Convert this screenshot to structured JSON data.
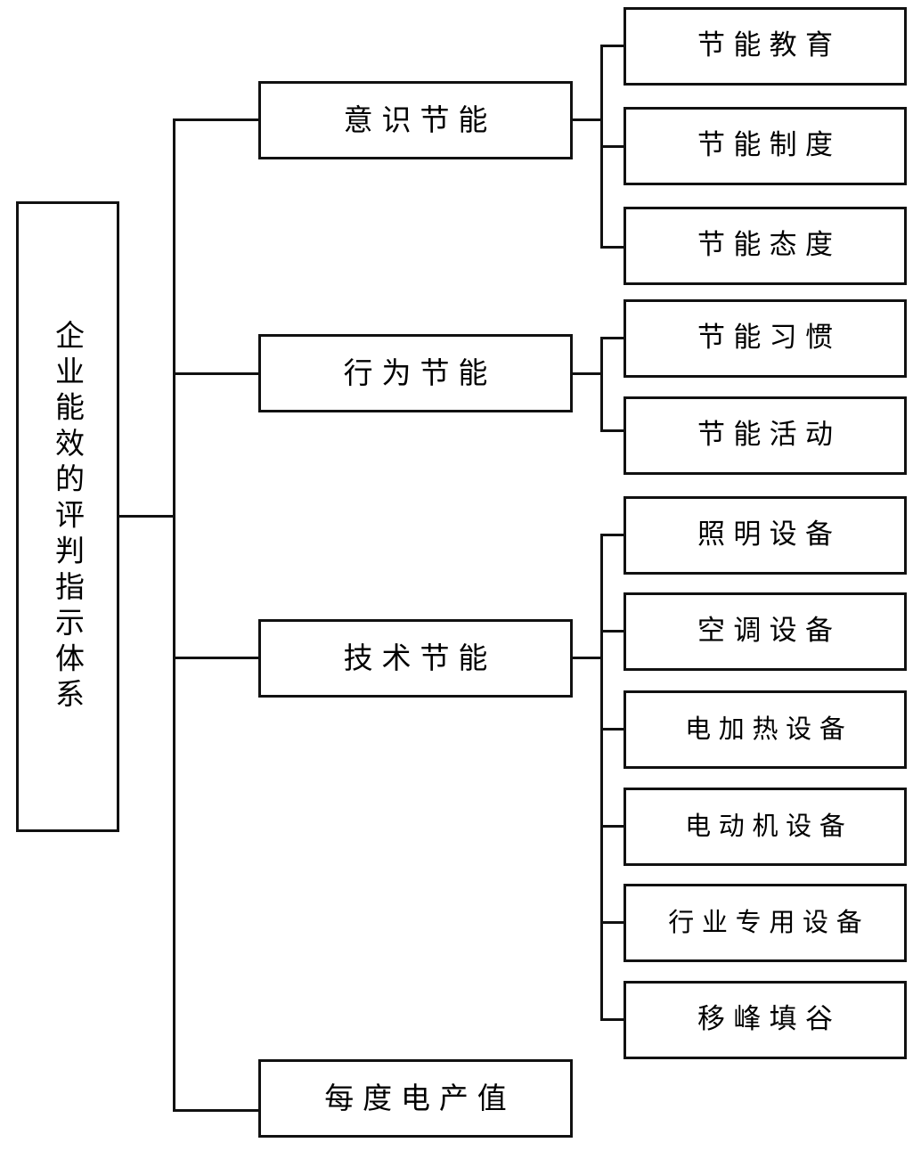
{
  "diagram": {
    "title": "企业能效的评判指示体系",
    "type": "tree",
    "orientation": "left-to-right",
    "line_color": "#111111",
    "box_fill": "#ffffff",
    "root": {
      "id": "root",
      "label": "企业能效的评判指示体系",
      "text_direction": "vertical"
    },
    "level2": [
      {
        "id": "l2-0",
        "label": "意识节能",
        "children": [
          "leaf-0",
          "leaf-1",
          "leaf-2"
        ]
      },
      {
        "id": "l2-1",
        "label": "行为节能",
        "children": [
          "leaf-3",
          "leaf-4"
        ]
      },
      {
        "id": "l2-2",
        "label": "技术节能",
        "children": [
          "leaf-5",
          "leaf-6",
          "leaf-7",
          "leaf-8",
          "leaf-9",
          "leaf-10"
        ]
      },
      {
        "id": "l2-3",
        "label": "每度电产值",
        "children": []
      }
    ],
    "leaves": [
      {
        "id": "leaf-0",
        "label": "节能教育",
        "parent": "l2-0"
      },
      {
        "id": "leaf-1",
        "label": "节能制度",
        "parent": "l2-0"
      },
      {
        "id": "leaf-2",
        "label": "节能态度",
        "parent": "l2-0"
      },
      {
        "id": "leaf-3",
        "label": "节能习惯",
        "parent": "l2-1"
      },
      {
        "id": "leaf-4",
        "label": "节能活动",
        "parent": "l2-1"
      },
      {
        "id": "leaf-5",
        "label": "照明设备",
        "parent": "l2-2"
      },
      {
        "id": "leaf-6",
        "label": "空调设备",
        "parent": "l2-2"
      },
      {
        "id": "leaf-7",
        "label": "电加热设备",
        "parent": "l2-2"
      },
      {
        "id": "leaf-8",
        "label": "电动机设备",
        "parent": "l2-2"
      },
      {
        "id": "leaf-9",
        "label": "行业专用设备",
        "parent": "l2-2"
      },
      {
        "id": "leaf-10",
        "label": "移峰填谷",
        "parent": "l2-2"
      }
    ]
  }
}
